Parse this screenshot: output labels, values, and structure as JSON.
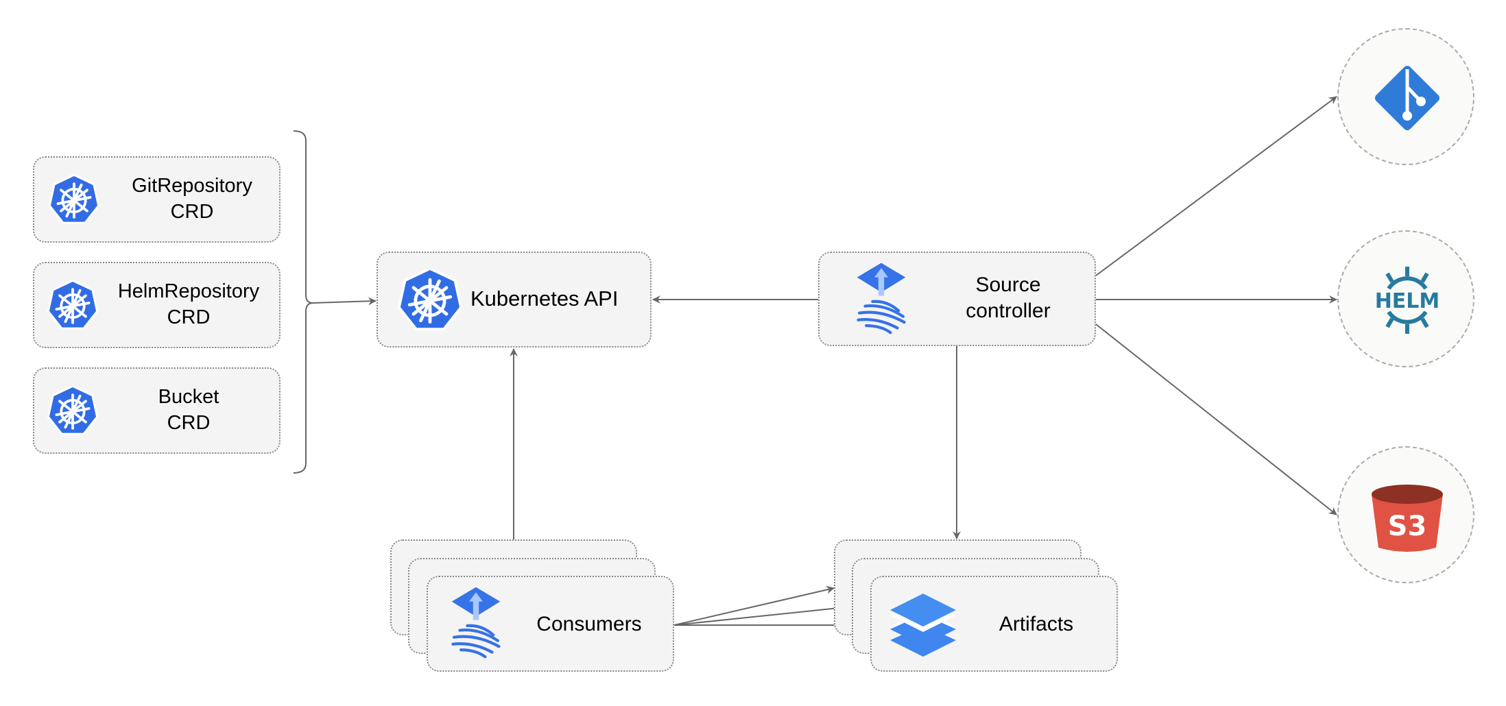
{
  "crds": [
    {
      "name": "GitRepository",
      "suffix": "CRD"
    },
    {
      "name": "HelmRepository",
      "suffix": "CRD"
    },
    {
      "name": "Bucket",
      "suffix": "CRD"
    }
  ],
  "kubernetes_api": {
    "label": "Kubernetes API"
  },
  "source_controller": {
    "line1": "Source",
    "line2": "controller"
  },
  "consumers": {
    "label": "Consumers"
  },
  "artifacts": {
    "label": "Artifacts"
  },
  "sources": {
    "git": {
      "icon": "git-icon"
    },
    "helm": {
      "icon": "helm-icon",
      "text": "HELM"
    },
    "s3": {
      "icon": "s3-bucket-icon",
      "text": "S3"
    }
  },
  "colors": {
    "kubernetes_blue": "#326CE5",
    "flux_blue": "#3672E8",
    "helm_teal": "#277A9F",
    "s3_red": "#E05243",
    "git_blue": "#2F7BD8",
    "arrow": "#666666"
  }
}
